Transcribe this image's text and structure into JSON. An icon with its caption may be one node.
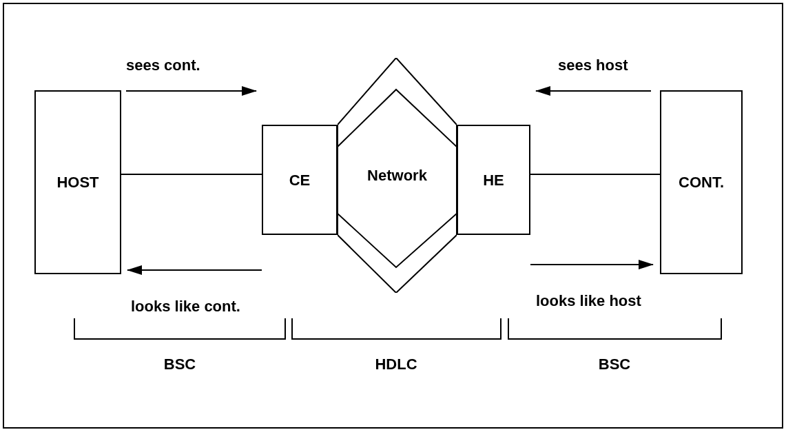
{
  "diagram": {
    "nodes": [
      {
        "text": [
          "HOST"
        ]
      },
      {
        "text": [
          "CE"
        ]
      },
      {
        "text": [
          "Network"
        ]
      },
      {
        "text": [
          "HE"
        ]
      },
      {
        "text": [
          "CONT."
        ]
      }
    ],
    "edges": [
      {
        "from": 0,
        "to": 1,
        "arrow": "none"
      },
      {
        "from": 3,
        "to": 4,
        "arrow": "none"
      }
    ],
    "labels": [
      "sees cont.",
      "sees host",
      "looks like cont.",
      "looks like host",
      "BSC",
      "HDLC",
      "BSC"
    ]
  }
}
